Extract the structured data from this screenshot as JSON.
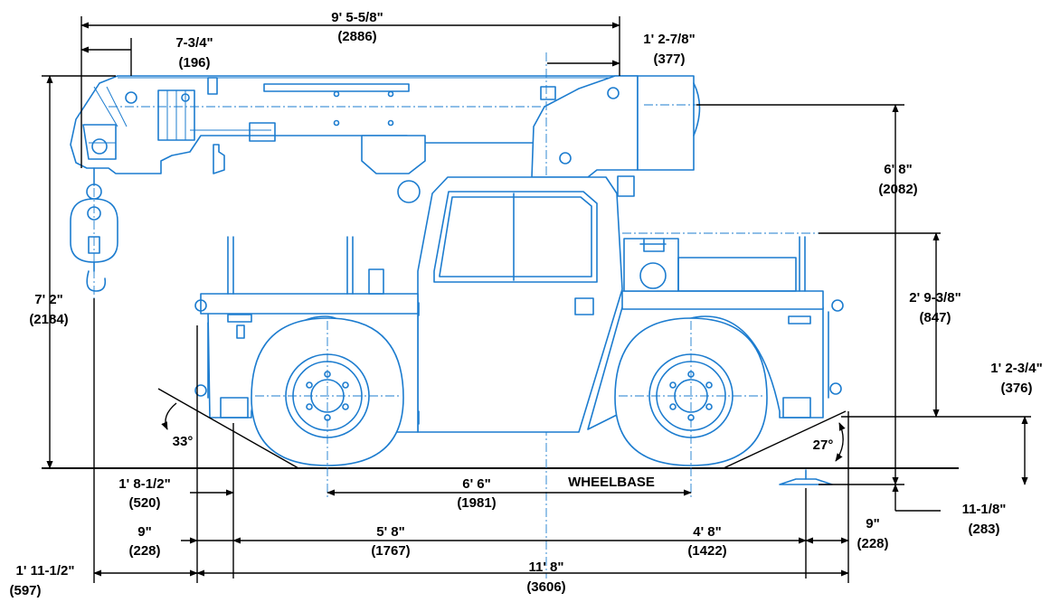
{
  "colors": {
    "drawing": "#1c7ccf",
    "dimension": "#000000",
    "background": "#ffffff"
  },
  "dimensions": {
    "boom_length": {
      "imperial": "9' 5-5/8\"",
      "metric": "(2886)"
    },
    "boom_tip_offset": {
      "imperial": "7-3/4\"",
      "metric": "(196)"
    },
    "turret_offset": {
      "imperial": "1' 2-7/8\"",
      "metric": "(377)"
    },
    "overall_height": {
      "imperial": "7' 2\"",
      "metric": "(2184)"
    },
    "boom_pivot_height": {
      "imperial": "6' 8\"",
      "metric": "(2082)"
    },
    "deck_height": {
      "imperial": "2' 9-3/8\"",
      "metric": "(847)"
    },
    "outrigger_height": {
      "imperial": "1' 2-3/4\"",
      "metric": "(376)"
    },
    "ground_clearance": {
      "imperial": "11-1/8\"",
      "metric": "(283)"
    },
    "approach_angle": {
      "value": "33°"
    },
    "departure_angle": {
      "value": "27°"
    },
    "front_overhang": {
      "imperial": "1' 8-1/2\"",
      "metric": "(520)"
    },
    "wheelbase": {
      "imperial": "6' 6\"",
      "metric": "(1981)",
      "label": "WHEELBASE"
    },
    "front_bumper": {
      "imperial": "9\"",
      "metric": "(228)"
    },
    "front_to_center": {
      "imperial": "5' 8\"",
      "metric": "(1767)"
    },
    "center_to_rear": {
      "imperial": "4' 8\"",
      "metric": "(1422)"
    },
    "rear_bumper": {
      "imperial": "9\"",
      "metric": "(228)"
    },
    "hook_overhang": {
      "imperial": "1' 11-1/2\"",
      "metric": "(597)"
    },
    "overall_length": {
      "imperial": "11' 8\"",
      "metric": "(3606)"
    }
  }
}
